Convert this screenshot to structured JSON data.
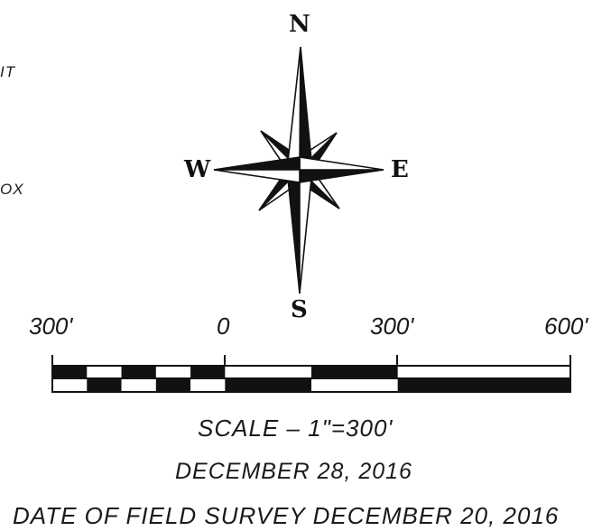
{
  "left_fragments": [
    "IT",
    "OX"
  ],
  "compass": {
    "north": "N",
    "south": "S",
    "east": "E",
    "west": "W"
  },
  "scale_bar": {
    "tick_labels": [
      "300'",
      "0",
      "300'",
      "600'"
    ],
    "units": "feet",
    "segments": [
      {
        "from": -300,
        "to": 0,
        "divisions": 5
      },
      {
        "from": 0,
        "to": 300,
        "divisions": 2
      },
      {
        "from": 300,
        "to": 600,
        "divisions": 1
      }
    ]
  },
  "scale_text": "SCALE – 1\"=300'",
  "date_text": "DECEMBER 28, 2016",
  "field_survey_text": "DATE OF FIELD SURVEY DECEMBER 20, 2016",
  "colors": {
    "ink": "#111111",
    "paper": "#ffffff"
  }
}
